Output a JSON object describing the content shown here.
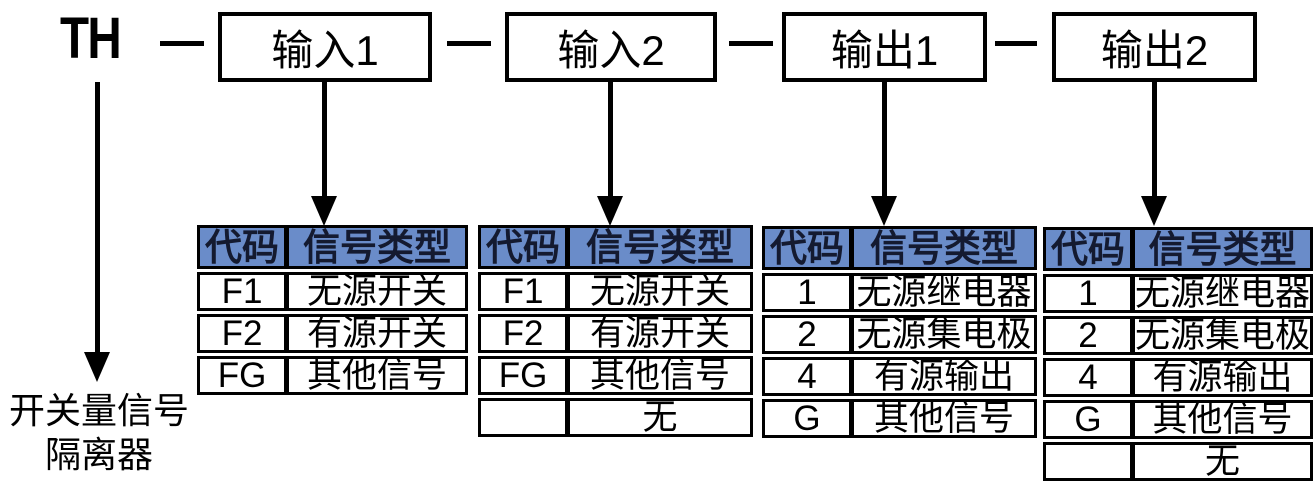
{
  "product": {
    "prefix": "TH",
    "description_lines": [
      "开关量信号",
      "隔离器"
    ]
  },
  "boxes": [
    {
      "label": "输入1"
    },
    {
      "label": "输入2"
    },
    {
      "label": "输出1"
    },
    {
      "label": "输出2"
    }
  ],
  "tables": [
    {
      "linked_box": "输入1",
      "headers": [
        "代码",
        "信号类型"
      ],
      "rows": [
        {
          "code": "F1",
          "signal_type": "无源开关"
        },
        {
          "code": "F2",
          "signal_type": "有源开关"
        },
        {
          "code": "FG",
          "signal_type": "其他信号"
        }
      ]
    },
    {
      "linked_box": "输入2",
      "headers": [
        "代码",
        "信号类型"
      ],
      "rows": [
        {
          "code": "F1",
          "signal_type": "无源开关"
        },
        {
          "code": "F2",
          "signal_type": "有源开关"
        },
        {
          "code": "FG",
          "signal_type": "其他信号"
        },
        {
          "code": "",
          "signal_type": "无"
        }
      ]
    },
    {
      "linked_box": "输出1",
      "headers": [
        "代码",
        "信号类型"
      ],
      "rows": [
        {
          "code": "1",
          "signal_type": "无源继电器"
        },
        {
          "code": "2",
          "signal_type": "无源集电极"
        },
        {
          "code": "4",
          "signal_type": "有源输出"
        },
        {
          "code": "G",
          "signal_type": "其他信号"
        }
      ]
    },
    {
      "linked_box": "输出2",
      "headers": [
        "代码",
        "信号类型"
      ],
      "rows": [
        {
          "code": "1",
          "signal_type": "无源继电器"
        },
        {
          "code": "2",
          "signal_type": "无源集电极"
        },
        {
          "code": "4",
          "signal_type": "有源输出"
        },
        {
          "code": "G",
          "signal_type": "其他信号"
        },
        {
          "code": "",
          "signal_type": "无"
        }
      ]
    }
  ],
  "colors": {
    "header_bg": "#6a8cc9",
    "header_text": "#141a30",
    "border": "#000000",
    "background": "#ffffff"
  }
}
